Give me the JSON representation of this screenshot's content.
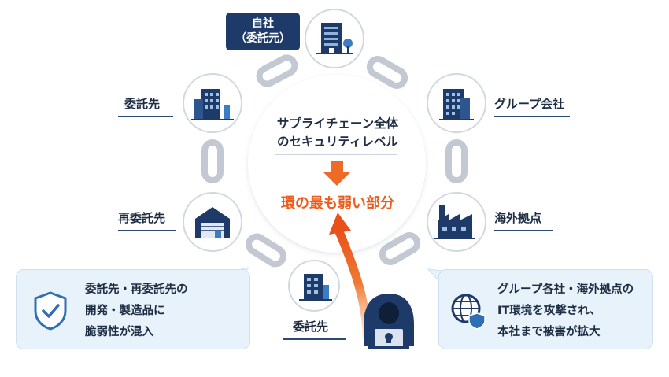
{
  "nodes": {
    "jisha": {
      "title": "自社",
      "sub": "（委託元）"
    },
    "group": "グループ会社",
    "overseas": "海外拠点",
    "itakusaki_left": "委託先",
    "saiitaku": "再委託先",
    "itakusaki_bottom": "委託先"
  },
  "center": {
    "line1": "サプライチェーン全体",
    "line2": "のセキュリティレベル",
    "result": "環の最も弱い部分"
  },
  "callouts": {
    "left": {
      "lines": [
        "委託先・再委託先の",
        "開発・製造品に",
        "脆弱性が混入"
      ]
    },
    "right": {
      "lines": [
        "グループ各社・海外拠点の",
        "IT環境を攻撃され、",
        "本社まで被害が拡大"
      ]
    }
  },
  "colors": {
    "navy": "#1e3a68",
    "accent": "#ec5d1b",
    "callout_bg": "#e8f2fb",
    "chain": "#c3c9d2"
  },
  "icons": {
    "jisha": "office-tower-icon",
    "group": "building-icon",
    "overseas": "factory-icon",
    "saiitaku": "warehouse-icon",
    "itakusaki": "building-icon",
    "attacker": "hacker-icon",
    "shield": "shield-check-icon",
    "globe": "globe-shield-icon"
  }
}
